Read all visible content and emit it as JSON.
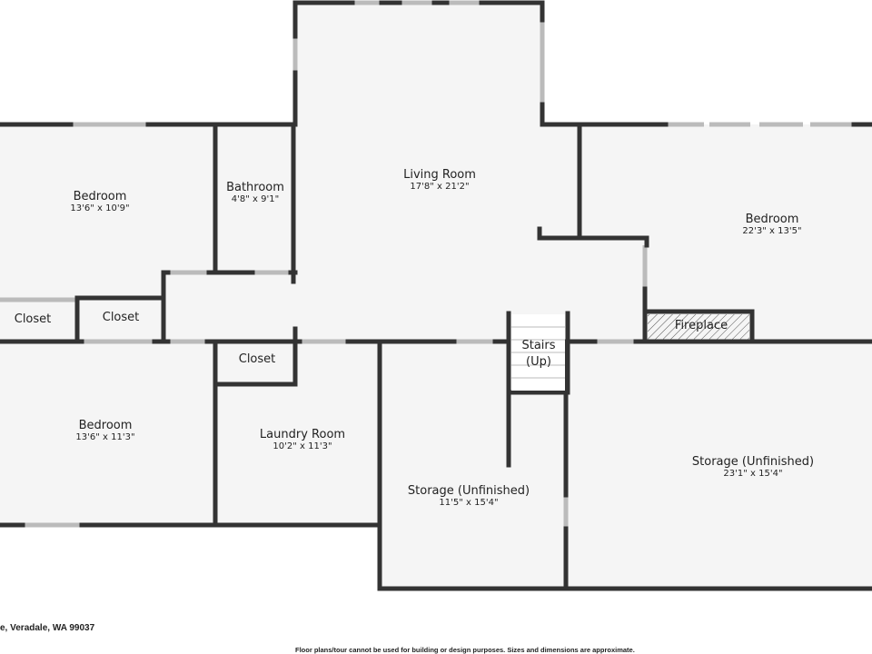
{
  "rooms": {
    "bedroom_nw": {
      "name": "Bedroom",
      "dims": "13'6\" x 10'9\""
    },
    "bathroom": {
      "name": "Bathroom",
      "dims": "4'8\" x 9'1\""
    },
    "living_room": {
      "name": "Living Room",
      "dims": "17'8\" x 21'2\""
    },
    "bedroom_ne": {
      "name": "Bedroom",
      "dims": "22'3\" x 13'5\""
    },
    "closet_1": {
      "name": "Closet"
    },
    "closet_2": {
      "name": "Closet"
    },
    "closet_3": {
      "name": "Closet"
    },
    "fireplace": {
      "name": "Fireplace"
    },
    "stairs": {
      "name": "Stairs",
      "sub": "(Up)"
    },
    "bedroom_sw": {
      "name": "Bedroom",
      "dims": "13'6\" x 11'3\""
    },
    "laundry": {
      "name": "Laundry Room",
      "dims": "10'2\" x 11'3\""
    },
    "storage_mid": {
      "name": "Storage (Unfinished)",
      "dims": "11'5\" x 15'4\""
    },
    "storage_right": {
      "name": "Storage (Unfinished)",
      "dims": "23'1\" x 15'4\""
    }
  },
  "footer": {
    "address": "e, Veradale, WA 99037",
    "disclaimer": "Floor plans/tour cannot be used for building or design purposes. Sizes and dimensions are approximate."
  },
  "colors": {
    "wall": "#333333",
    "floor": "#f5f5f5",
    "window": "#cccccc"
  }
}
